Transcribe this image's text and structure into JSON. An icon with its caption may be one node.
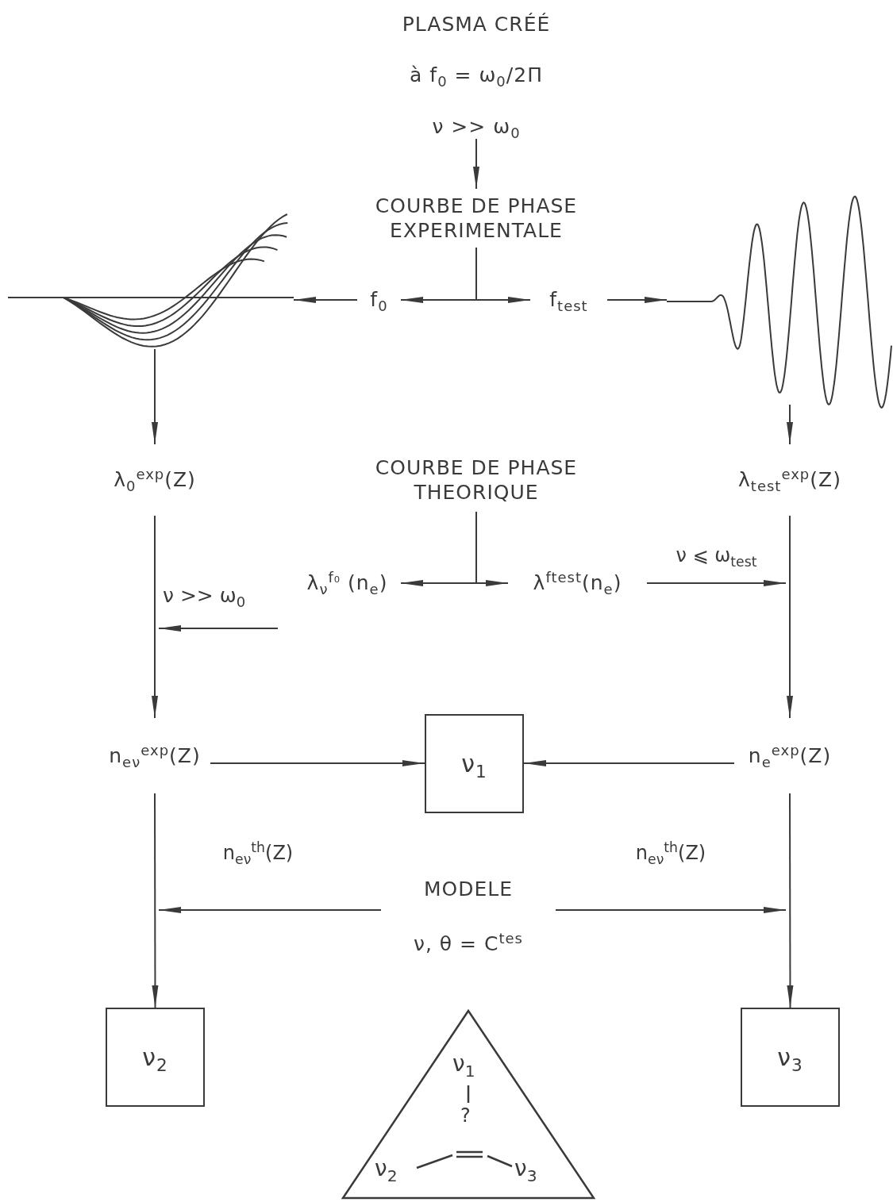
{
  "diagram": {
    "nodes": [
      {
        "text": [
          "PLASMA CRÉÉ",
          "à f$_{0}$ = ω$_{0}$/2Π",
          "ν >> ω$_{0}$"
        ]
      },
      {
        "text": [
          "COURBE DE PHASE EXPERIMENTALE"
        ]
      },
      {
        "text": [],
        "shape": "picture"
      },
      {
        "text": [
          "f$_{0}$"
        ]
      },
      {
        "text": [
          "f$_{test}$"
        ]
      },
      {
        "text": [],
        "shape": "picture"
      },
      {
        "text": [
          "λ$_{0}$$^{exp}$(Z)"
        ]
      },
      {
        "text": [
          "COURBE DE PHASE THEORIQUE"
        ]
      },
      {
        "text": [
          "λ$_{test}$$^{exp}$(Z)"
        ]
      },
      {
        "text": [
          "λ$_{ν}$$^{f₀}$ (n$_{e}$)"
        ]
      },
      {
        "text": [
          "λ$^{ftest}$(n$_{e}$)"
        ]
      },
      {
        "text": [
          "n$_{eν}$$^{exp}$(Z)"
        ]
      },
      {
        "text": [
          "ν$_{1}$"
        ]
      },
      {
        "text": [
          "n$_{e}$$^{exp}$(Z)"
        ]
      },
      {
        "text": [
          "MODELE",
          "ν, θ = C$^{tes}$"
        ]
      },
      {
        "text": [
          "ν$_{2}$"
        ]
      },
      {
        "text": [
          "ν$_{3}$"
        ]
      },
      {
        "text": [
          "ν$_{1}$",
          "?",
          "ν$_{2}$",
          "ν$_{3}$"
        ]
      }
    ],
    "edges": [
      {
        "from": 0,
        "to": 1,
        "arrow": "to"
      },
      {
        "from": 1,
        "to": 3,
        "arrow": "to"
      },
      {
        "from": 1,
        "to": 4,
        "arrow": "to"
      },
      {
        "from": 3,
        "to": 2,
        "arrow": "to"
      },
      {
        "from": 4,
        "to": 5,
        "arrow": "to"
      },
      {
        "from": 2,
        "to": 6,
        "arrow": "to"
      },
      {
        "from": 5,
        "to": 8,
        "arrow": "to"
      },
      {
        "from": 7,
        "to": 9,
        "arrow": "to"
      },
      {
        "from": 7,
        "to": 10,
        "arrow": "to"
      },
      {
        "from": 10,
        "to": null,
        "arrow": "to",
        "label": "ν ⩽ ω$_{test}$"
      },
      {
        "from": 6,
        "to": 11,
        "arrow": "to"
      },
      {
        "from": 8,
        "to": 13,
        "arrow": "to"
      },
      {
        "from": 11,
        "to": 12,
        "arrow": "to"
      },
      {
        "from": 13,
        "to": 12,
        "arrow": "to"
      },
      {
        "from": 14,
        "to": null,
        "arrow": "to",
        "label": "n$_{eν}$$^{th}$(Z)"
      },
      {
        "from": 14,
        "to": null,
        "arrow": "to",
        "label": "n$_{eν}$$^{th}$(Z)"
      },
      {
        "from": 11,
        "to": 15,
        "arrow": "to"
      },
      {
        "from": 13,
        "to": 16,
        "arrow": "to"
      }
    ],
    "labels": [
      "ν >> ω$_{0}$"
    ]
  }
}
